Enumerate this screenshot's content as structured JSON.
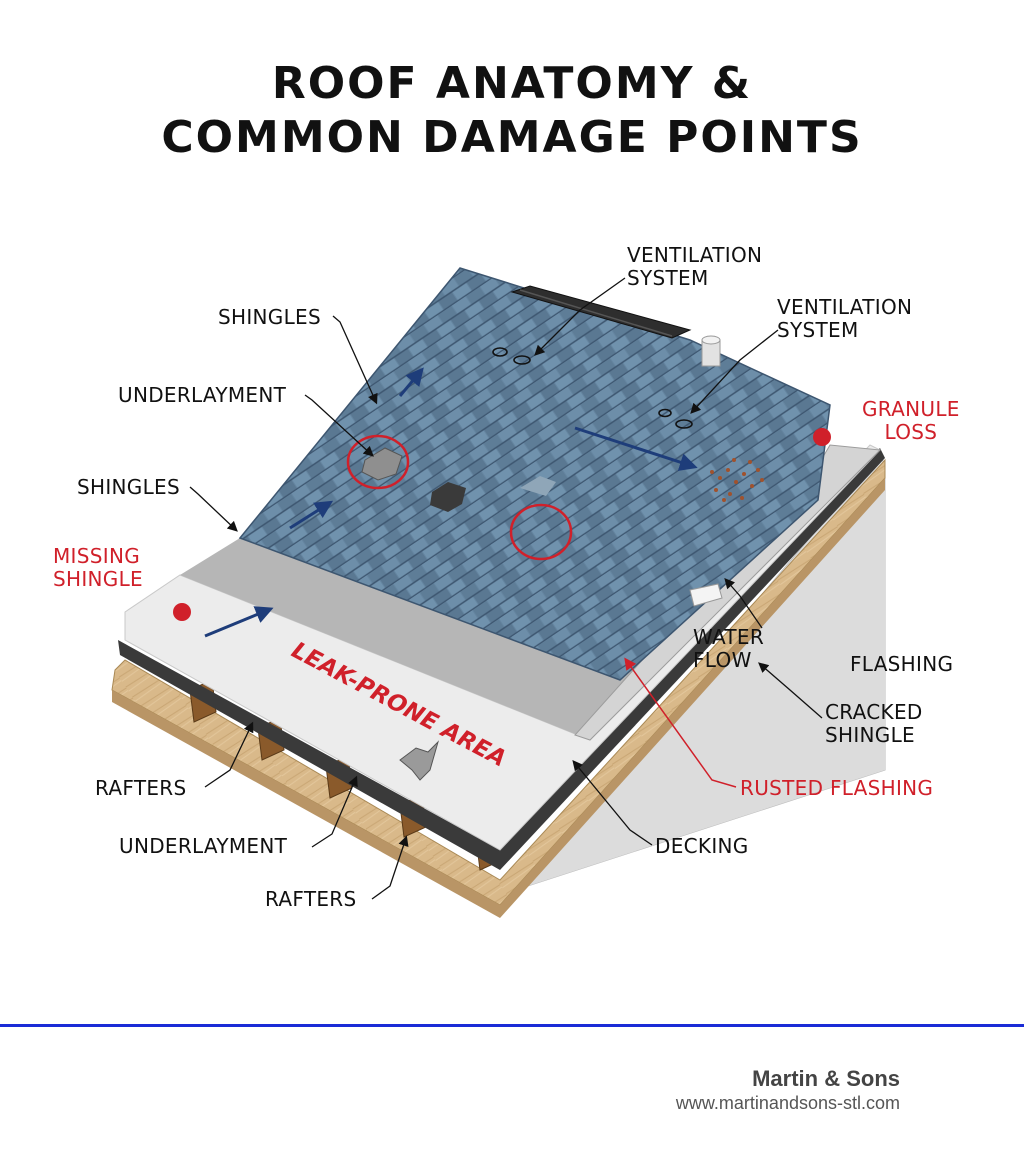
{
  "title": {
    "line1": "ROOF ANATOMY &",
    "line2": "COMMON DAMAGE POINTS"
  },
  "labels": {
    "ventilation_top": {
      "line1": "VENTILATION",
      "line2": "SYSTEM"
    },
    "ventilation_right": {
      "line1": "VENTILATION",
      "line2": "SYSTEM"
    },
    "shingles_top": "SHINGLES",
    "underlayment_top": "UNDERLAYMENT",
    "shingles_mid": "SHINGLES",
    "missing_shingle": {
      "line1": "MISSING",
      "line2": "SHINGLE"
    },
    "granule_loss": {
      "line1": "GRANULE",
      "line2": "LOSS"
    },
    "water_flow": {
      "line1": "WATER",
      "line2": "FLOW"
    },
    "flashing": "FLASHING",
    "cracked_shingle": {
      "line1": "CRACKED",
      "line2": "SHINGLE"
    },
    "rusted_flashing": "RUSTED FLASHING",
    "rafters_top": "RAFTERS",
    "underlayment_bottom": "UNDERLAYMENT",
    "decking": "DECKING",
    "rafters_bottom": "RAFTERS",
    "leak_prone": "LEAK-PRONE AREA"
  },
  "colors": {
    "shingle": "#5f7f9a",
    "shingle_dark": "#3d5670",
    "underlayment": "#ececec",
    "decking": "#d8b98a",
    "damage_red": "#d0202a",
    "arrow_blue": "#1e3d7a",
    "rule_blue": "#1a2bd6"
  },
  "footer": {
    "company": "Martin & Sons",
    "url": "www.martinandsons-stl.com"
  }
}
